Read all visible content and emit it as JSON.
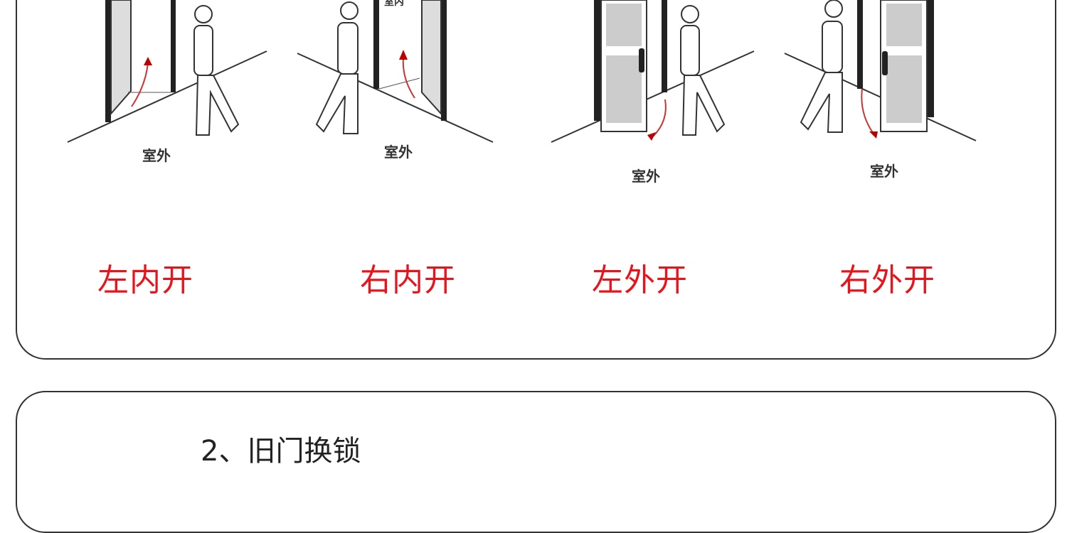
{
  "panels": [
    {
      "outside_label": "室外",
      "type_label": "左内开"
    },
    {
      "outside_label": "室外",
      "inside_label": "室内",
      "type_label": "右内开"
    },
    {
      "outside_label": "室外",
      "type_label": "左外开"
    },
    {
      "outside_label": "室外",
      "type_label": "右外开"
    }
  ],
  "section2": {
    "title": "2、旧门换锁"
  },
  "colors": {
    "accent": "#e8141c",
    "border": "#333333"
  }
}
